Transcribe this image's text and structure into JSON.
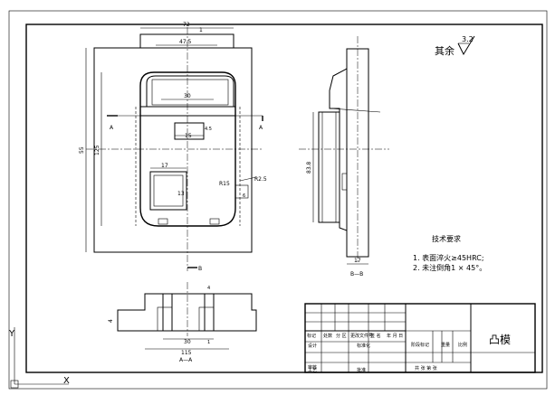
{
  "drawing": {
    "surface_finish": "其余",
    "roughness": "3.2",
    "title": "凸模"
  },
  "front_view": {
    "dims": {
      "top_width": "72",
      "inner_width": "47.5",
      "handle_width": "30",
      "slot_width": "15",
      "slot_height": "4.5",
      "pocket_width": "17",
      "pocket_height": "13",
      "radius_small": "R15",
      "radius_large": "R2.5",
      "small_h": "6",
      "overall_height": "55",
      "inner_height": "125",
      "offset": "1"
    },
    "section_mark_left": "A",
    "section_mark_right": "A",
    "cut_mark": "B"
  },
  "side_view": {
    "dims": {
      "height": "83.8",
      "base": "17"
    },
    "label": "B—B"
  },
  "section_view": {
    "dims": {
      "left_h": "4",
      "right_h": "4",
      "bottom_inner": "30",
      "bottom_small": "1",
      "bottom_overall": "115"
    },
    "label": "A—A"
  },
  "tech_requirements": {
    "heading": "技术要求",
    "items": [
      "1. 表面淬火≥45HRC;",
      "2. 未注倒角1 × 45°。"
    ]
  },
  "title_block": {
    "labels": {
      "mark": "标记",
      "count": "处数",
      "zone": "分 区",
      "doc_no": "更改文件号",
      "sign": "签 名",
      "date": "年 月 日",
      "design": "设计",
      "standardize": "标准化",
      "review": "审核",
      "process": "工艺",
      "approve": "批准",
      "stage": "阶段标记",
      "weight": "重量",
      "scale": "比例",
      "sheets": "共 张 第 张"
    }
  }
}
